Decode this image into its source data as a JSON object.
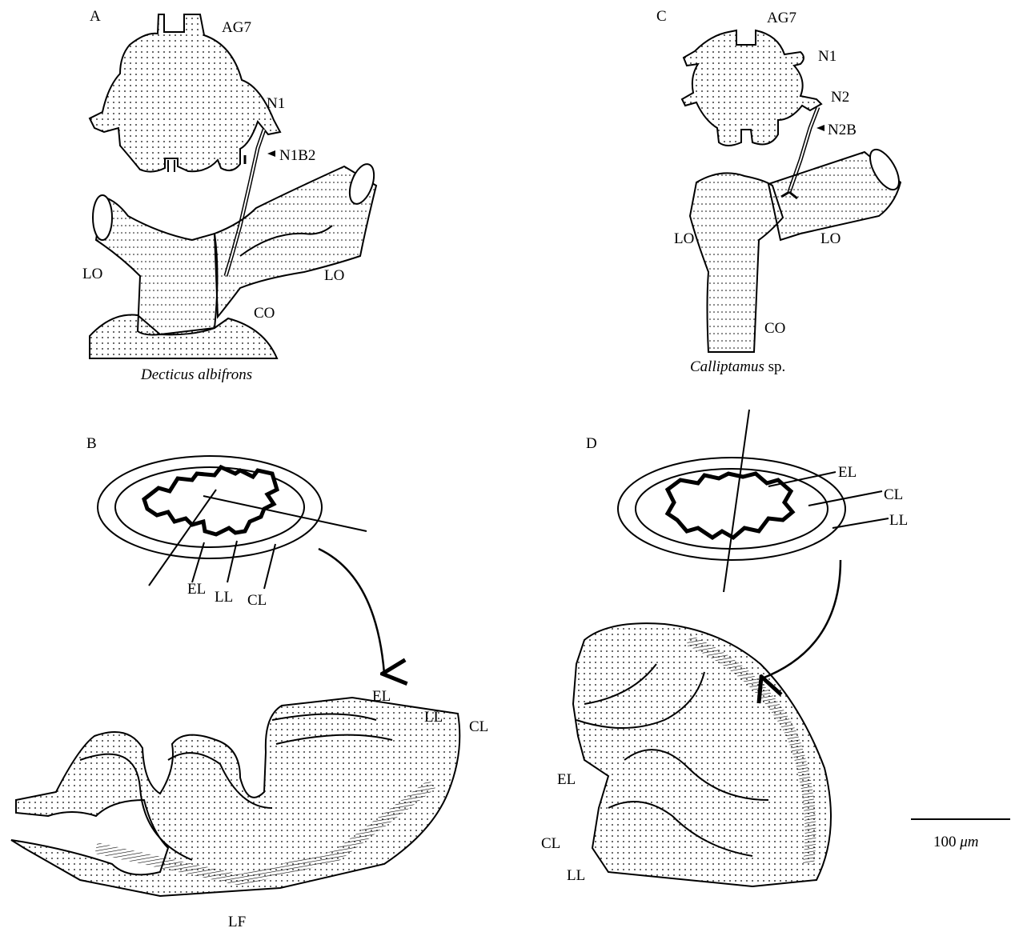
{
  "panels": {
    "a": {
      "letter": "A",
      "ganglion": "AG7",
      "nerve": "N1",
      "branch": "N1B2",
      "oviduct_left": "LO",
      "oviduct_right": "LO",
      "common_oviduct": "CO",
      "species": "Decticus albifrons"
    },
    "b": {
      "letter": "B",
      "layers": [
        "EL",
        "LL",
        "CL"
      ],
      "section_epithelium": "EL",
      "section_longitudinal": "LL",
      "section_circular": "CL",
      "fibers": "LF"
    },
    "c": {
      "letter": "C",
      "ganglion": "AG7",
      "nerve1": "N1",
      "nerve2": "N2",
      "branch": "N2B",
      "oviduct_left": "LO",
      "oviduct_right": "LO",
      "common_oviduct": "CO",
      "species_genus": "Calliptamus",
      "species_suffix": "sp."
    },
    "d": {
      "letter": "D",
      "layers": [
        "EL",
        "CL",
        "LL"
      ],
      "section_epithelium": "EL",
      "section_circular": "CL",
      "section_longitudinal": "LL"
    }
  },
  "scale_bar": {
    "value": "100",
    "unit": "μm"
  }
}
